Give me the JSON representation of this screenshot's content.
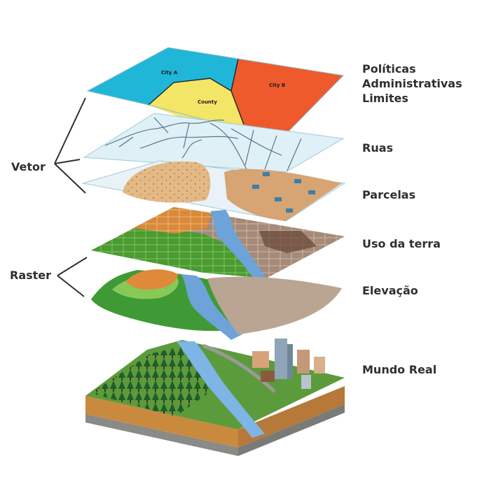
{
  "layers": [
    {
      "id": "admin",
      "label_lines": [
        "Políticas",
        "Administrativas",
        "Limites"
      ]
    },
    {
      "id": "ruas",
      "label": "Ruas"
    },
    {
      "id": "parcelas",
      "label": "Parcelas"
    },
    {
      "id": "uso",
      "label": "Uso da terra"
    },
    {
      "id": "elevacao",
      "label": "Elevação"
    },
    {
      "id": "mundo",
      "label": "Mundo Real"
    }
  ],
  "groups": {
    "vetor": "Vetor",
    "raster": "Raster"
  },
  "map_labels": {
    "city_a": "City A",
    "city_b": "City B",
    "county": "County"
  },
  "colors": {
    "city_a": "#1fb6d8",
    "city_b": "#ee5a2c",
    "county": "#f3e566",
    "roads_fill": "#dff0f6",
    "parcel_fill": "#e9f2f7",
    "land_green": "#5bae3c",
    "land_orange": "#d98a3a",
    "water": "#6da3d8",
    "label_text": "#2f2f33"
  }
}
